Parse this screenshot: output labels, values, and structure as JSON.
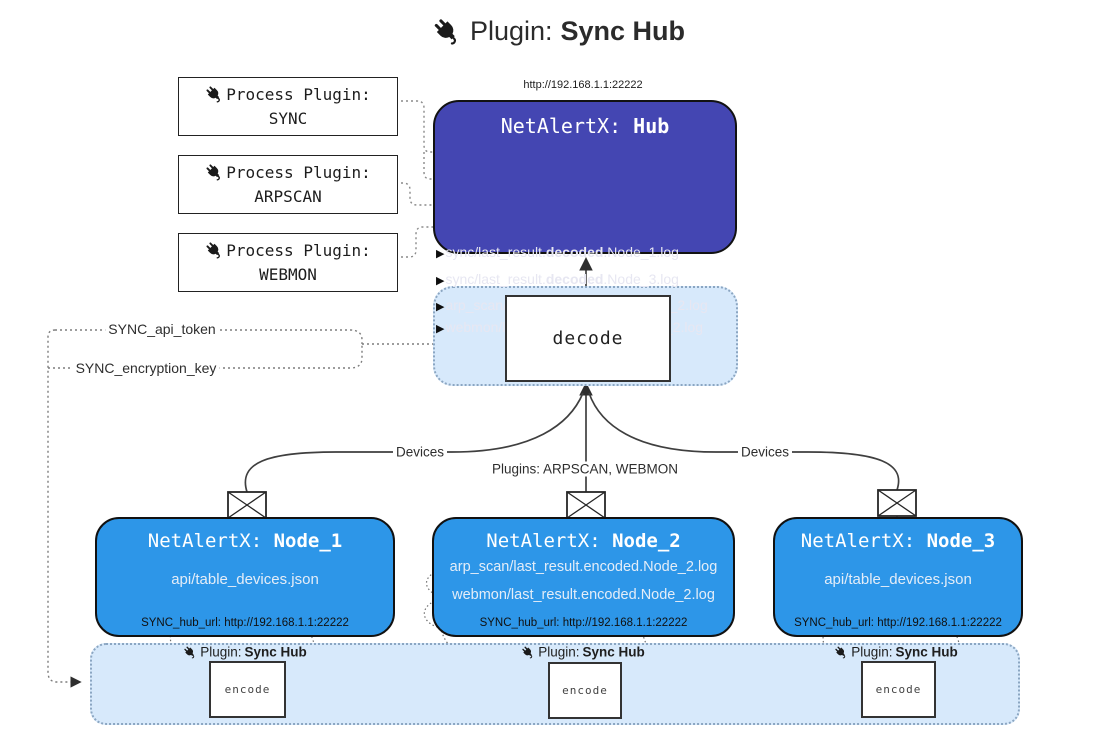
{
  "title": {
    "prefix": "Plugin:",
    "name": "Sync Hub"
  },
  "hub": {
    "url": "http://192.168.1.1:22222",
    "name_prefix": "NetAlertX:",
    "name_bold": "Hub",
    "lines": [
      {
        "arrow": "▶",
        "pre": "sync/last_result.",
        "bold": "decoded",
        "post": ".Node_1.log"
      },
      {
        "arrow": "▶",
        "pre": "sync/last_result.",
        "bold": "decoded",
        "post": ".Node_3.log"
      },
      {
        "arrow": "▶",
        "pre": "arp_scan/last_result.",
        "bold": "decoded",
        "post": ".Node_2.log"
      },
      {
        "arrow": "▶",
        "pre": "webmon/last_result.",
        "bold": "decoded",
        "post": ".Node_2.log"
      }
    ]
  },
  "process_plugins": [
    {
      "label": "Process Plugin:",
      "name": "SYNC"
    },
    {
      "label": "Process Plugin:",
      "name": "ARPSCAN"
    },
    {
      "label": "Process Plugin:",
      "name": "WEBMON"
    }
  ],
  "config": {
    "api_token": "SYNC_api_token",
    "encryption_key": "SYNC_encryption_key"
  },
  "decode_label": "decode",
  "edge_labels": {
    "devices_left": "Devices",
    "plugins_center": "Plugins: ARPSCAN, WEBMON",
    "devices_right": "Devices"
  },
  "nodes": [
    {
      "name_prefix": "NetAlertX:",
      "name_bold": "Node_1",
      "line1": "api/table_devices.json",
      "hub_url": "SYNC_hub_url: http://192.168.1.1:22222"
    },
    {
      "name_prefix": "NetAlertX:",
      "name_bold": "Node_2",
      "line1": "arp_scan/last_result.encoded.Node_2.log",
      "line2": "webmon/last_result.encoded.Node_2.log",
      "hub_url": "SYNC_hub_url: http://192.168.1.1:22222"
    },
    {
      "name_prefix": "NetAlertX:",
      "name_bold": "Node_3",
      "line1": "api/table_devices.json",
      "hub_url": "SYNC_hub_url: http://192.168.1.1:22222"
    }
  ],
  "encoders": [
    {
      "label_prefix": "Plugin:",
      "label_bold": "Sync Hub",
      "box": "encode"
    },
    {
      "label_prefix": "Plugin:",
      "label_bold": "Sync Hub",
      "box": "encode"
    },
    {
      "label_prefix": "Plugin:",
      "label_bold": "Sync Hub",
      "box": "encode"
    }
  ],
  "colors": {
    "hub_bg": "#4446b2",
    "node_bg": "#2d96e8",
    "container_bg": "#d7e9fb",
    "container_border": "#8ba6c2",
    "solid_line": "#3f3f3f",
    "dotted_line": "#7d7d7d",
    "text_light": "#e7e7f2",
    "text_dark": "#1d1d1d"
  }
}
